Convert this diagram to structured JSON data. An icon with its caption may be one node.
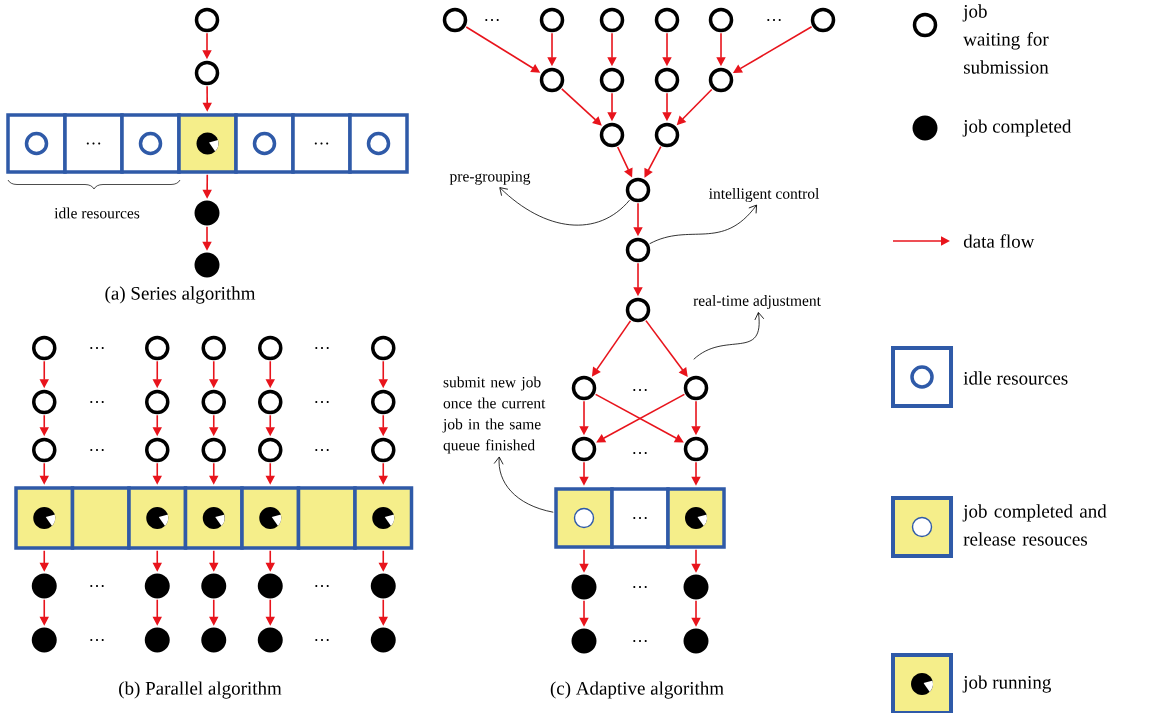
{
  "diagram": {
    "nodes": [
      {
        "text": [],
        "shape": "circle"
      },
      {
        "text": [],
        "shape": "circle"
      },
      {
        "text": [],
        "shape": "box"
      },
      {
        "text": [],
        "shape": "ring",
        "in": 2
      },
      {
        "text": [
          "…"
        ]
      },
      {
        "text": [],
        "shape": "box"
      },
      {
        "text": [],
        "shape": "ring",
        "in": 5
      },
      {
        "text": [],
        "shape": "box"
      },
      {
        "text": [],
        "shape": "pie",
        "in": 7
      },
      {
        "text": [],
        "shape": "box"
      },
      {
        "text": [],
        "shape": "ring",
        "in": 9
      },
      {
        "text": [
          "…"
        ]
      },
      {
        "text": [],
        "shape": "box"
      },
      {
        "text": [],
        "shape": "ring",
        "in": 12
      },
      {
        "text": [],
        "shape": "dot"
      },
      {
        "text": [],
        "shape": "dot"
      },
      {
        "text": [],
        "shape": "circle"
      },
      {
        "text": [],
        "shape": "circle"
      },
      {
        "text": [],
        "shape": "circle"
      },
      {
        "text": [],
        "shape": "circle"
      },
      {
        "text": [],
        "shape": "circle"
      },
      {
        "text": [],
        "shape": "circle"
      },
      {
        "text": [],
        "shape": "circle"
      },
      {
        "text": [],
        "shape": "circle"
      },
      {
        "text": [],
        "shape": "circle"
      },
      {
        "text": [],
        "shape": "circle"
      },
      {
        "text": [],
        "shape": "circle"
      },
      {
        "text": [],
        "shape": "circle"
      },
      {
        "text": [],
        "shape": "circle"
      },
      {
        "text": [],
        "shape": "circle"
      },
      {
        "text": [],
        "shape": "circle"
      },
      {
        "text": [],
        "shape": "box"
      },
      {
        "text": [],
        "shape": "pie",
        "in": 31
      },
      {
        "text": [],
        "shape": "box"
      },
      {
        "text": [],
        "shape": "box"
      },
      {
        "text": [],
        "shape": "pie",
        "in": 34
      },
      {
        "text": [],
        "shape": "box"
      },
      {
        "text": [],
        "shape": "pie",
        "in": 36
      },
      {
        "text": [],
        "shape": "box"
      },
      {
        "text": [],
        "shape": "pie",
        "in": 38
      },
      {
        "text": [],
        "shape": "box"
      },
      {
        "text": [],
        "shape": "box"
      },
      {
        "text": [],
        "shape": "pie",
        "in": 41
      },
      {
        "text": [],
        "shape": "dot"
      },
      {
        "text": [],
        "shape": "dot"
      },
      {
        "text": [],
        "shape": "dot"
      },
      {
        "text": [],
        "shape": "dot"
      },
      {
        "text": [],
        "shape": "dot"
      },
      {
        "text": [],
        "shape": "dot"
      },
      {
        "text": [],
        "shape": "dot"
      },
      {
        "text": [],
        "shape": "dot"
      },
      {
        "text": [],
        "shape": "dot"
      },
      {
        "text": [],
        "shape": "dot"
      },
      {
        "text": [],
        "shape": "circle"
      },
      {
        "text": [],
        "shape": "circle"
      },
      {
        "text": [],
        "shape": "circle"
      },
      {
        "text": [],
        "shape": "circle"
      },
      {
        "text": [],
        "shape": "circle"
      },
      {
        "text": [],
        "shape": "circle"
      },
      {
        "text": [],
        "shape": "circle"
      },
      {
        "text": [],
        "shape": "circle"
      },
      {
        "text": [],
        "shape": "circle"
      },
      {
        "text": [],
        "shape": "circle"
      },
      {
        "text": [],
        "shape": "circle"
      },
      {
        "text": [],
        "shape": "circle"
      },
      {
        "text": [],
        "shape": "circle"
      },
      {
        "text": [],
        "shape": "circle"
      },
      {
        "text": [],
        "shape": "circle"
      },
      {
        "text": [],
        "shape": "circle"
      },
      {
        "text": [],
        "shape": "circle"
      },
      {
        "text": [],
        "shape": "circle"
      },
      {
        "text": [],
        "shape": "circle"
      },
      {
        "text": [],
        "shape": "box"
      },
      {
        "text": [],
        "shape": "circle",
        "in": 72
      },
      {
        "text": [
          "…"
        ]
      },
      {
        "text": [],
        "shape": "box"
      },
      {
        "text": [],
        "shape": "pie",
        "in": 75
      },
      {
        "text": [],
        "shape": "dot"
      },
      {
        "text": [],
        "shape": "dot"
      },
      {
        "text": [],
        "shape": "dot"
      },
      {
        "text": [],
        "shape": "dot"
      },
      {
        "text": [
          "pre-grouping"
        ]
      },
      {
        "text": [
          "intelligent control"
        ]
      },
      {
        "text": [
          "real-time adjustment"
        ]
      },
      {
        "text": [
          "submit new job once the current job in the same queue finished"
        ]
      }
    ],
    "edges": [
      {
        "from": 0,
        "to": 1,
        "arrow": "to"
      },
      {
        "from": 1,
        "to": 7,
        "arrow": "to"
      },
      {
        "from": 7,
        "to": 14,
        "arrow": "to"
      },
      {
        "from": 14,
        "to": 15,
        "arrow": "to"
      },
      {
        "from": 16,
        "to": 21,
        "arrow": "to"
      },
      {
        "from": 21,
        "to": 26,
        "arrow": "to"
      },
      {
        "from": 26,
        "to": 31,
        "arrow": "to"
      },
      {
        "from": 31,
        "to": 43,
        "arrow": "to"
      },
      {
        "from": 43,
        "to": 48,
        "arrow": "to"
      },
      {
        "from": 17,
        "to": 22,
        "arrow": "to"
      },
      {
        "from": 22,
        "to": 27,
        "arrow": "to"
      },
      {
        "from": 27,
        "to": 34,
        "arrow": "to"
      },
      {
        "from": 34,
        "to": 44,
        "arrow": "to"
      },
      {
        "from": 44,
        "to": 49,
        "arrow": "to"
      },
      {
        "from": 18,
        "to": 23,
        "arrow": "to"
      },
      {
        "from": 23,
        "to": 28,
        "arrow": "to"
      },
      {
        "from": 28,
        "to": 36,
        "arrow": "to"
      },
      {
        "from": 36,
        "to": 45,
        "arrow": "to"
      },
      {
        "from": 45,
        "to": 50,
        "arrow": "to"
      },
      {
        "from": 19,
        "to": 24,
        "arrow": "to"
      },
      {
        "from": 24,
        "to": 29,
        "arrow": "to"
      },
      {
        "from": 29,
        "to": 38,
        "arrow": "to"
      },
      {
        "from": 38,
        "to": 46,
        "arrow": "to"
      },
      {
        "from": 46,
        "to": 51,
        "arrow": "to"
      },
      {
        "from": 20,
        "to": 25,
        "arrow": "to"
      },
      {
        "from": 25,
        "to": 30,
        "arrow": "to"
      },
      {
        "from": 30,
        "to": 41,
        "arrow": "to"
      },
      {
        "from": 41,
        "to": 47,
        "arrow": "to"
      },
      {
        "from": 47,
        "to": 52,
        "arrow": "to"
      },
      {
        "from": 53,
        "to": 59,
        "arrow": "to"
      },
      {
        "from": 54,
        "to": 59,
        "arrow": "to"
      },
      {
        "from": 55,
        "to": 60,
        "arrow": "to"
      },
      {
        "from": 56,
        "to": 61,
        "arrow": "to"
      },
      {
        "from": 57,
        "to": 62,
        "arrow": "to"
      },
      {
        "from": 58,
        "to": 62,
        "arrow": "to"
      },
      {
        "from": 59,
        "to": 63,
        "arrow": "to"
      },
      {
        "from": 60,
        "to": 63,
        "arrow": "to"
      },
      {
        "from": 61,
        "to": 64,
        "arrow": "to"
      },
      {
        "from": 62,
        "to": 64,
        "arrow": "to"
      },
      {
        "from": 63,
        "to": 65,
        "arrow": "to"
      },
      {
        "from": 64,
        "to": 65,
        "arrow": "to"
      },
      {
        "from": 65,
        "to": 66,
        "arrow": "to"
      },
      {
        "from": 66,
        "to": 67,
        "arrow": "to"
      },
      {
        "from": 67,
        "to": 68,
        "arrow": "to"
      },
      {
        "from": 67,
        "to": 69,
        "arrow": "to"
      },
      {
        "from": 68,
        "to": 70,
        "arrow": "to"
      },
      {
        "from": 68,
        "to": 71,
        "arrow": "to"
      },
      {
        "from": 69,
        "to": 70,
        "arrow": "to"
      },
      {
        "from": 69,
        "to": 71,
        "arrow": "to"
      },
      {
        "from": 70,
        "to": 72,
        "arrow": "to"
      },
      {
        "from": 71,
        "to": 75,
        "arrow": "to"
      },
      {
        "from": 72,
        "to": 77,
        "arrow": "to"
      },
      {
        "from": 75,
        "to": 78,
        "arrow": "to"
      },
      {
        "from": 77,
        "to": 79,
        "arrow": "to"
      },
      {
        "from": 78,
        "to": 80,
        "arrow": "to"
      },
      {
        "from": 65,
        "to": 81,
        "arrow": "to",
        "color": "#000000"
      },
      {
        "from": 66,
        "to": 82,
        "arrow": "to",
        "color": "#000000"
      },
      {
        "from": null,
        "to": 83,
        "arrow": "to",
        "color": "#000000"
      },
      {
        "from": 72,
        "to": 84,
        "arrow": "to",
        "color": "#000000"
      }
    ],
    "labels": [
      "idle resources",
      "(a) Series algorithm",
      "…",
      "…",
      "…",
      "…",
      "…",
      "…",
      "…",
      "…",
      "…",
      "…",
      "(b) Parallel algorithm",
      "…",
      "…",
      "…",
      "…",
      "…",
      "…",
      "(c) Adaptive algorithm"
    ],
    "legend": [
      {
        "text": "job waiting for submission"
      },
      {
        "text": "job completed"
      },
      {
        "text": "data flow"
      },
      {
        "text": "idle resources"
      },
      {
        "text": "job completed and release resouces"
      },
      {
        "text": "job running"
      }
    ]
  }
}
